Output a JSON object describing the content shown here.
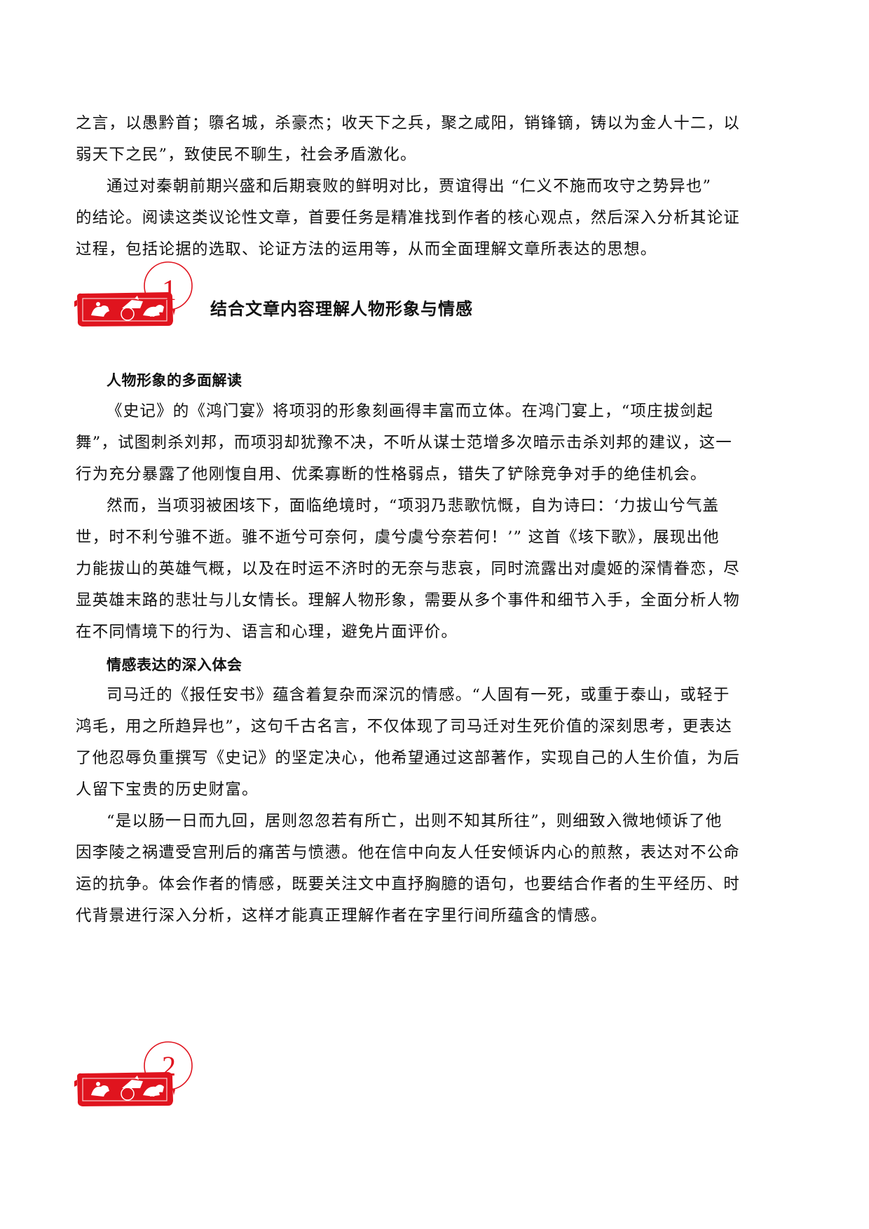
{
  "lines_top": [
    "之言，以愚黔首；隳名城，杀豪杰；收天下之兵，聚之咸阳，销锋镝，铸以为金人十二，以",
    "弱天下之民”，致使民不聊生，社会矛盾激化。"
  ],
  "para_conclusion": [
    "通过对秦朝前期兴盛和后期衰败的鲜明对比，贾谊得出 “仁义不施而攻守之势异也”",
    "的结论。阅读这类议论性文章，首要任务是精准找到作者的核心观点，然后深入分析其论证",
    "过程，包括论据的选取、论证方法的运用等，从而全面理解文章所表达的思想。"
  ],
  "section1": {
    "number": "1",
    "title": "结合文章内容理解人物形象与情感",
    "stamp_color": "#e0141e",
    "subsection1": {
      "heading": "人物形象的多面解读",
      "para1": [
        "《史记》的《鸿门宴》将项羽的形象刻画得丰富而立体。在鸿门宴上，“项庄拔剑起",
        "舞”，试图刺杀刘邦，而项羽却犹豫不决，不听从谋士范增多次暗示击杀刘邦的建议，这一",
        "行为充分暴露了他刚愎自用、优柔寡断的性格弱点，错失了铲除竞争对手的绝佳机会。"
      ],
      "para2": [
        "然而，当项羽被困垓下，面临绝境时，“项羽乃悲歌忼慨，自为诗曰：‘力拔山兮气盖",
        "世，时不利兮骓不逝。骓不逝兮可奈何，虞兮虞兮奈若何！’” 这首《垓下歌》，展现出他",
        "力能拔山的英雄气概，以及在时运不济时的无奈与悲哀，同时流露出对虞姬的深情眷恋，尽",
        "显英雄末路的悲壮与儿女情长。理解人物形象，需要从多个事件和细节入手，全面分析人物",
        "在不同情境下的行为、语言和心理，避免片面评价。"
      ]
    },
    "subsection2": {
      "heading": "情感表达的深入体会",
      "para1": [
        "司马迁的《报任安书》蕴含着复杂而深沉的情感。“人固有一死，或重于泰山，或轻于",
        "鸿毛，用之所趋异也”，这句千古名言，不仅体现了司马迁对生死价值的深刻思考，更表达",
        "了他忍辱负重撰写《史记》的坚定决心，他希望通过这部著作，实现自己的人生价值，为后",
        "人留下宝贵的历史财富。"
      ],
      "para2": [
        "“是以肠一日而九回，居则忽忽若有所亡，出则不知其所往”，则细致入微地倾诉了他",
        "因李陵之祸遭受宫刑后的痛苦与愤懑。他在信中向友人任安倾诉内心的煎熬，表达对不公命",
        "运的抗争。体会作者的情感，既要关注文中直抒胸臆的语句，也要结合作者的生平经历、时",
        "代背景进行深入分析，这样才能真正理解作者在字里行间所蕴含的情感。"
      ]
    }
  },
  "section2": {
    "number": "2"
  }
}
